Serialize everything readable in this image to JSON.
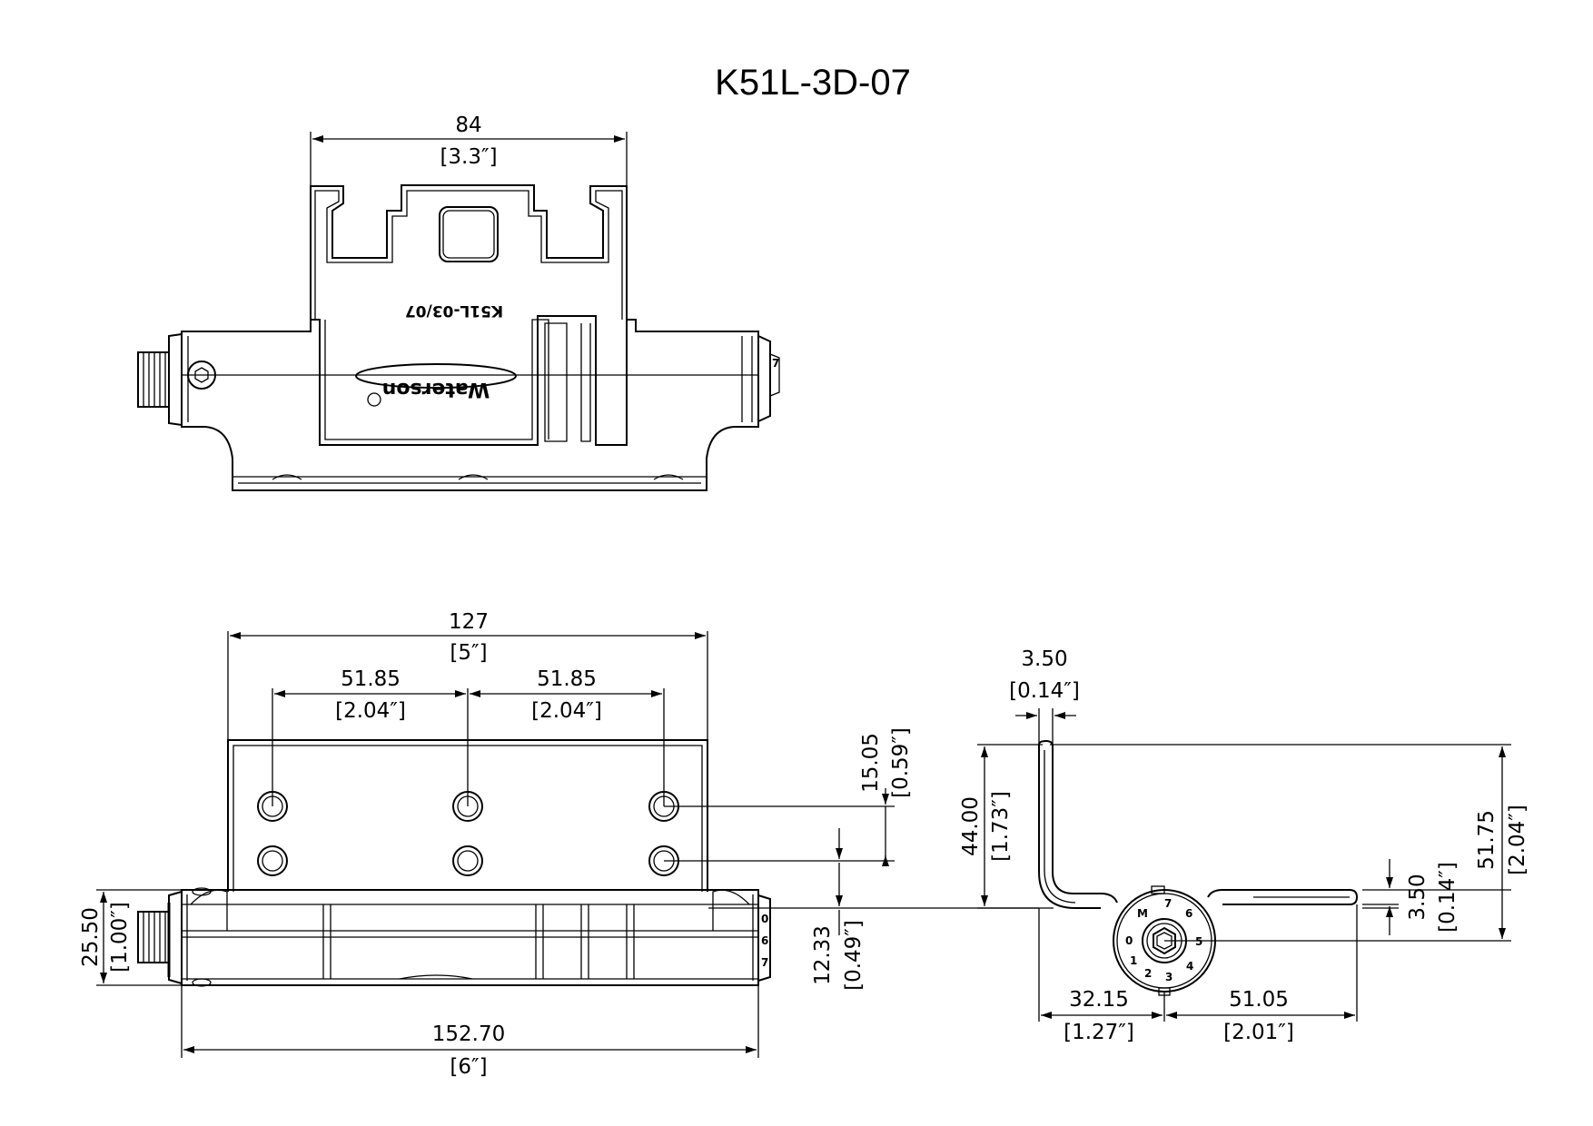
{
  "drawing": {
    "title": "K51L-3D-07",
    "top_view": {
      "width_mm": "84",
      "width_in": "[3.3″]",
      "stamp_text": "K51L-03/07",
      "brand_text": "Waterson"
    },
    "front_view": {
      "leaf_width_mm": "127",
      "leaf_width_in": "[5″]",
      "hole_pitch_left_mm": "51.85",
      "hole_pitch_left_in": "[2.04″]",
      "hole_pitch_right_mm": "51.85",
      "hole_pitch_right_in": "[2.04″]",
      "hole_row_pitch_mm": "15.05",
      "hole_row_pitch_in": "[0.59″]",
      "hole_to_barrel_mm": "12.33",
      "hole_to_barrel_in": "[0.49″]",
      "barrel_dia_mm": "25.50",
      "barrel_dia_in": "[1.00″]",
      "overall_length_mm": "152.70",
      "overall_length_in": "[6″]"
    },
    "side_view": {
      "thickness_mm": "3.50",
      "thickness_in": "[0.14″]",
      "leaf_height_mm": "44.00",
      "leaf_height_in": "[1.73″]",
      "overall_height_mm": "51.75",
      "overall_height_in": "[2.04″]",
      "flap_thickness_mm": "3.50",
      "flap_thickness_in": "[0.14″]",
      "pivot_offset_mm": "32.15",
      "pivot_offset_in": "[1.27″]",
      "flap_length_mm": "51.05",
      "flap_length_in": "[2.01″]",
      "dial_numbers": [
        "0",
        "1",
        "2",
        "3",
        "4",
        "5",
        "6",
        "7",
        "M"
      ]
    }
  }
}
